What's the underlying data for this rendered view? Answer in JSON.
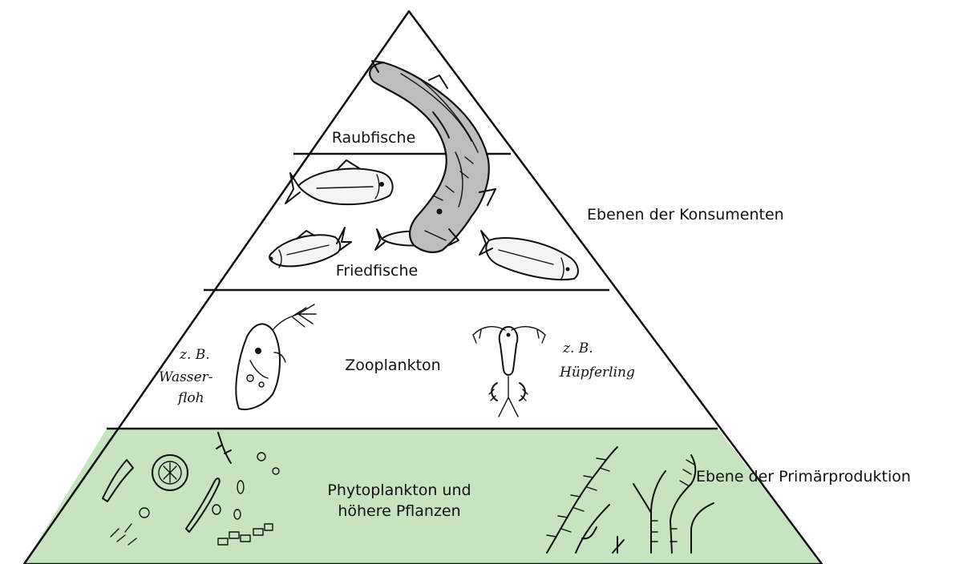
{
  "diagram": {
    "tiers": {
      "top": {
        "label": "Raubfische"
      },
      "second": {
        "label": "Friedfische"
      },
      "third": {
        "label": "Zooplankton"
      },
      "base": {
        "label_line1": "Phytoplankton und",
        "label_line2": "höhere Pflanzen"
      }
    },
    "side_labels": {
      "consumers": "Ebenen der Konsumenten",
      "primary": "Ebene der Primärproduktion"
    },
    "annotations": {
      "left_line1": "z. B.",
      "left_line2": "Wasser-",
      "left_line3": "floh",
      "right_line1": "z. B.",
      "right_line2": "Hüpferling"
    },
    "colors": {
      "base_fill": "#c7e4c1",
      "outline": "#111111"
    },
    "icons": [
      "pike-icon",
      "roach-icon",
      "water-flea-icon",
      "copepod-icon",
      "algae-icon",
      "aquatic-plant-icon"
    ]
  }
}
